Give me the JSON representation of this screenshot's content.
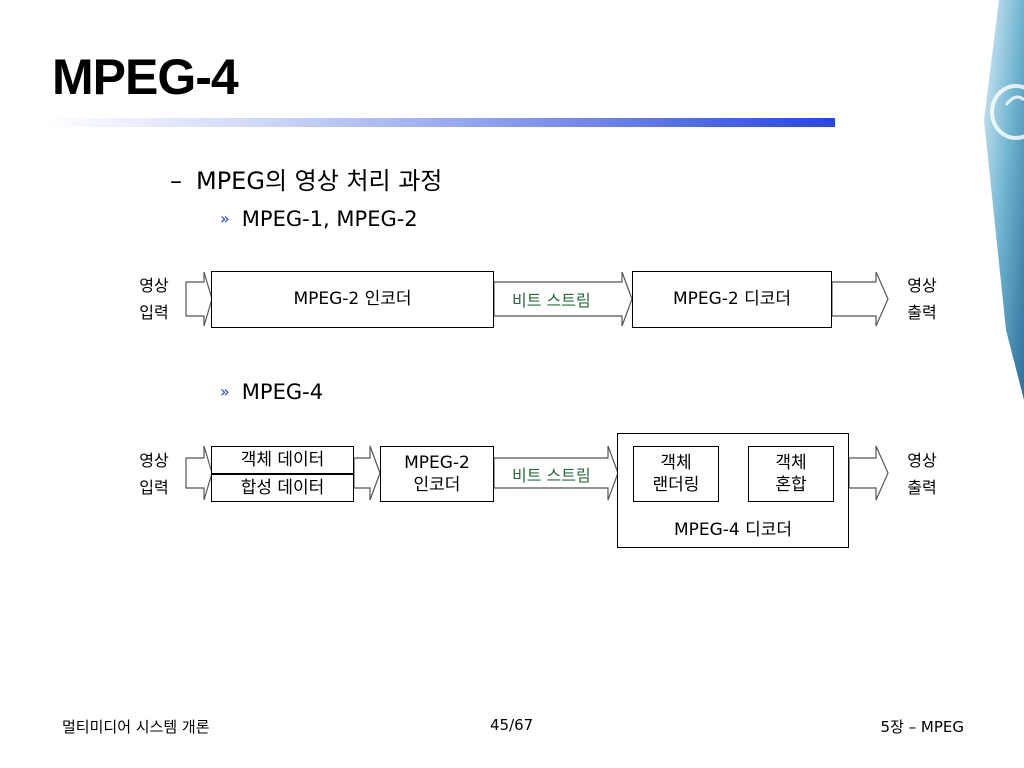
{
  "slide": {
    "title": "MPEG-4",
    "bullet_main": "MPEG의 영상 처리 과정",
    "sub1": "MPEG-1, MPEG-2",
    "sub2": "MPEG-4"
  },
  "diagram1": {
    "input_label": [
      "영상",
      "입력"
    ],
    "encoder": "MPEG-2 인코더",
    "bitstream": "비트 스트림",
    "decoder": "MPEG-2 디코더",
    "output_label": [
      "영상",
      "출력"
    ]
  },
  "diagram2": {
    "input_label": [
      "영상",
      "입력"
    ],
    "object_data": "객체 데이터",
    "synth_data": "합성 데이터",
    "encoder": [
      "MPEG-2",
      "인코더"
    ],
    "bitstream": "비트 스트림",
    "render": [
      "객체",
      "랜더링"
    ],
    "mix": [
      "객체",
      "혼합"
    ],
    "decoder_group": "MPEG-4 디코더",
    "output_label": [
      "영상",
      "출력"
    ]
  },
  "footer": {
    "left": "멀티미디어 시스템 개론",
    "center": "45/67",
    "right": "5장 – MPEG"
  }
}
